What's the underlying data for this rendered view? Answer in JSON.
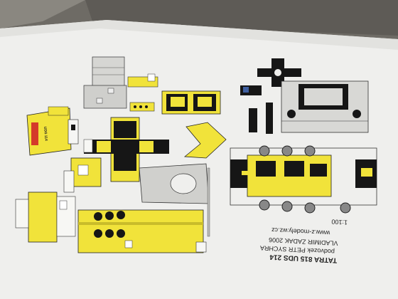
{
  "photo": {
    "subject": "paper-model-cutout-sheet",
    "palette": {
      "paper": "#efefed",
      "yellow": "#f1e33a",
      "black": "#161616",
      "grey": "#c9c9c6",
      "table": "#6d6a64"
    }
  },
  "sheet": {
    "side_label": "UDS 114",
    "model_name": "TATRA 815 UDS 214",
    "chassis_credit": "podvozek PETR SYCHRA",
    "author_credit": "VLADIMIR ZADAK 2006",
    "website": "www.z-modely.wz.cz",
    "scale": "1:100"
  }
}
